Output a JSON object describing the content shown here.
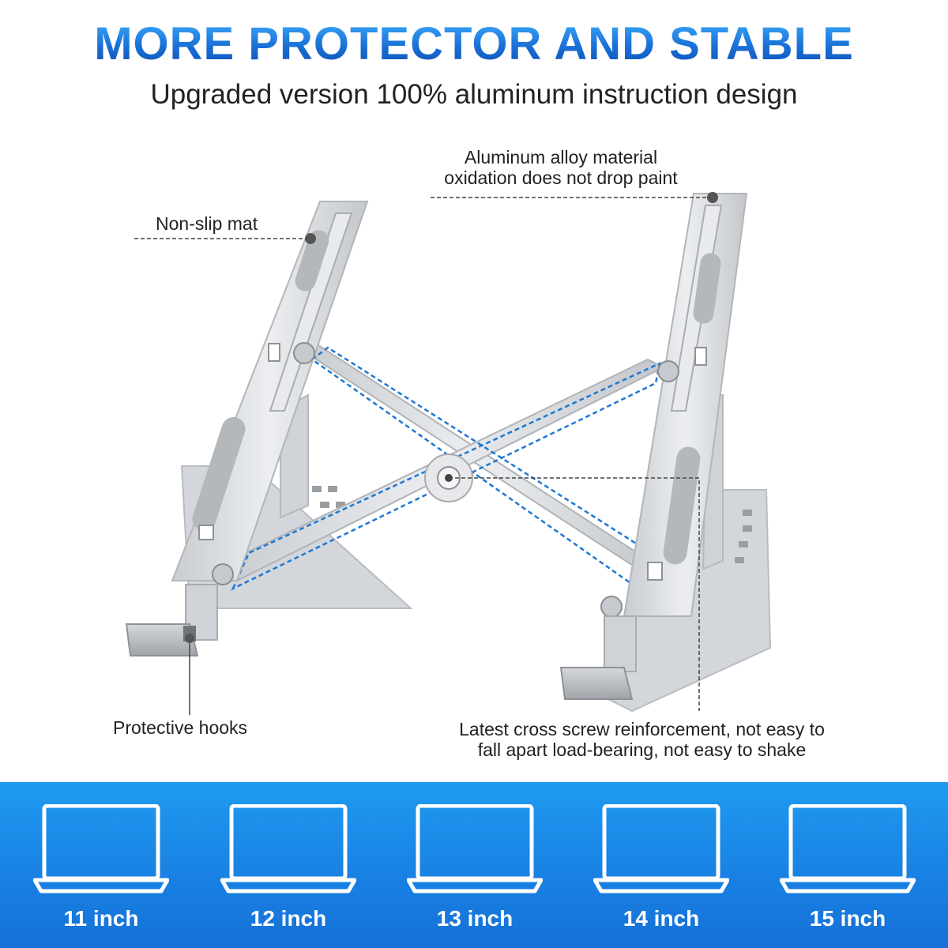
{
  "header": {
    "title": "MORE PROTECTOR AND STABLE",
    "subtitle": "Upgraded version 100% aluminum instruction design"
  },
  "callouts": {
    "non_slip_mat": "Non-slip mat",
    "aluminum_line1": "Aluminum alloy material",
    "aluminum_line2": "oxidation does not drop paint",
    "protective_hooks": "Protective hooks",
    "cross_screw_line1": "Latest cross screw reinforcement, not easy to",
    "cross_screw_line2": "fall apart load-bearing, not easy to shake"
  },
  "sizes": [
    {
      "label": "11 inch",
      "icon": "laptop-icon"
    },
    {
      "label": "12 inch",
      "icon": "laptop-icon"
    },
    {
      "label": "13 inch",
      "icon": "laptop-icon"
    },
    {
      "label": "14 inch",
      "icon": "laptop-icon"
    },
    {
      "label": "15 inch",
      "icon": "laptop-icon"
    }
  ],
  "colors": {
    "title_blue": "#1a7fe0",
    "band_blue": "#1a86e6",
    "aluminum": "#d9dce0",
    "pad_gray": "#b7babd",
    "highlight_dash": "#1f78d1"
  }
}
